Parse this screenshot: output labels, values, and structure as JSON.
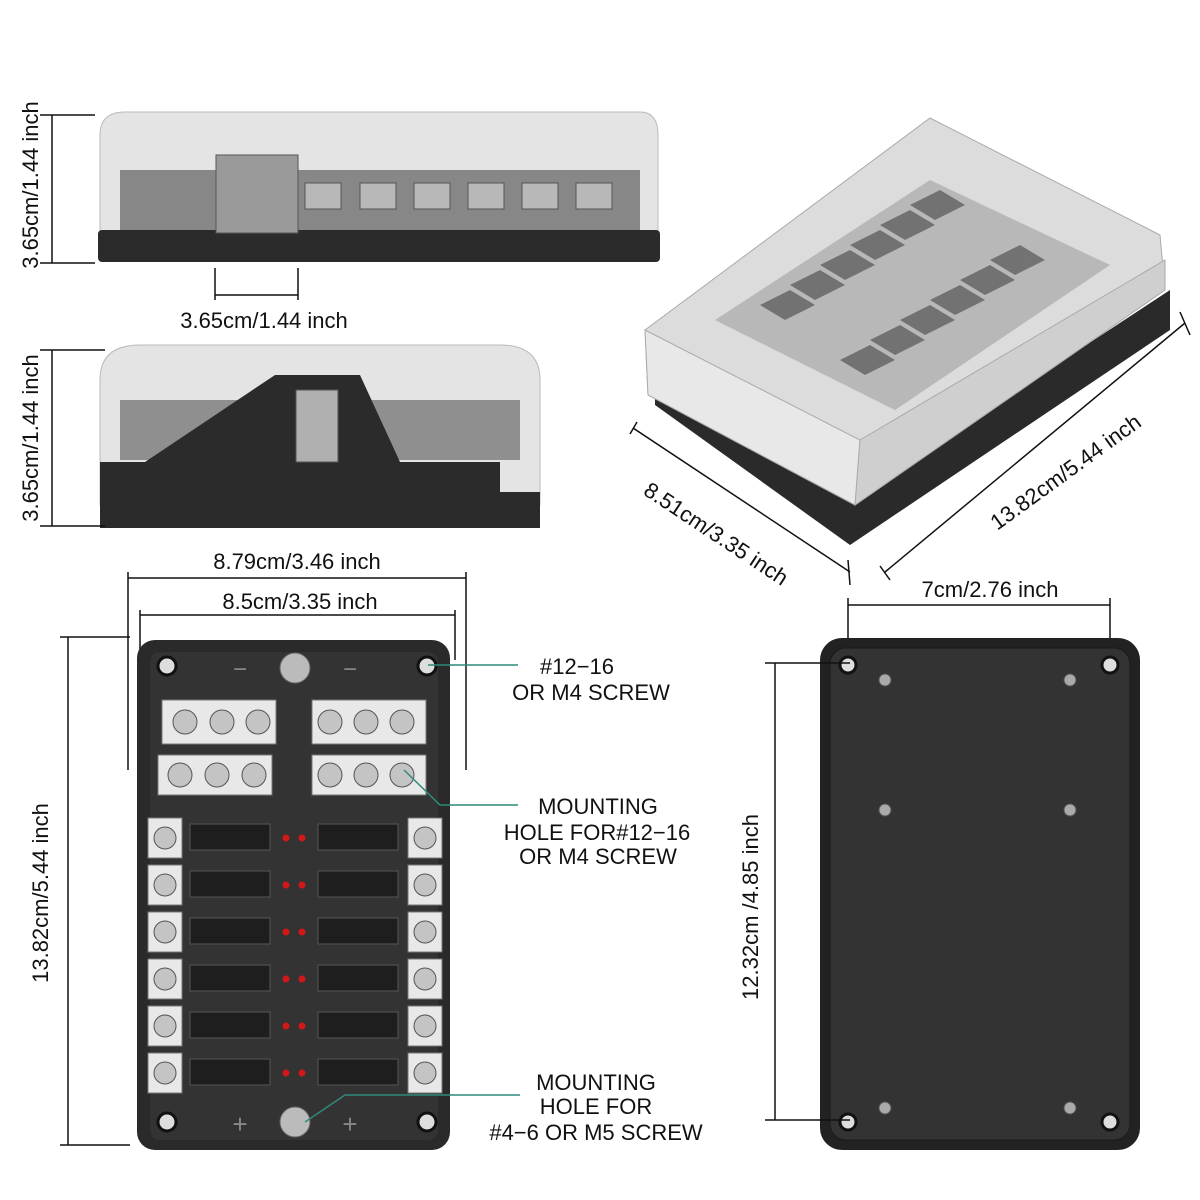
{
  "dimensions": {
    "side_height_1": "3.65cm/1.44 inch",
    "bracket_width": "3.65cm/1.44 inch",
    "side_height_2": "3.65cm/1.44 inch",
    "overall_width": "8.79cm/3.46 inch",
    "inner_width": "8.5cm/3.35 inch",
    "front_length": "13.82cm/5.44 inch",
    "iso_width": "8.51cm/3.35 inch",
    "iso_length": "13.82cm/5.44 inch",
    "hole_spacing_width": "7cm/2.76 inch",
    "hole_spacing_length": "12.32cm /4.85 inch"
  },
  "callouts": {
    "top_hole": [
      "#12−16",
      "OR M4 SCREW"
    ],
    "middle_hole": [
      "MOUNTING",
      "HOLE FOR#12−16",
      "OR M4 SCREW"
    ],
    "bottom_hole": [
      "MOUNTING",
      "HOLE FOR",
      "#4−6 OR M5 SCREW"
    ]
  },
  "panel_symbols": {
    "negative": "−",
    "positive": "+"
  },
  "colors": {
    "base": "#2b2b2b",
    "cover": "#e6e6e6",
    "led": "#d01818",
    "leader": "#2e8a7a"
  }
}
